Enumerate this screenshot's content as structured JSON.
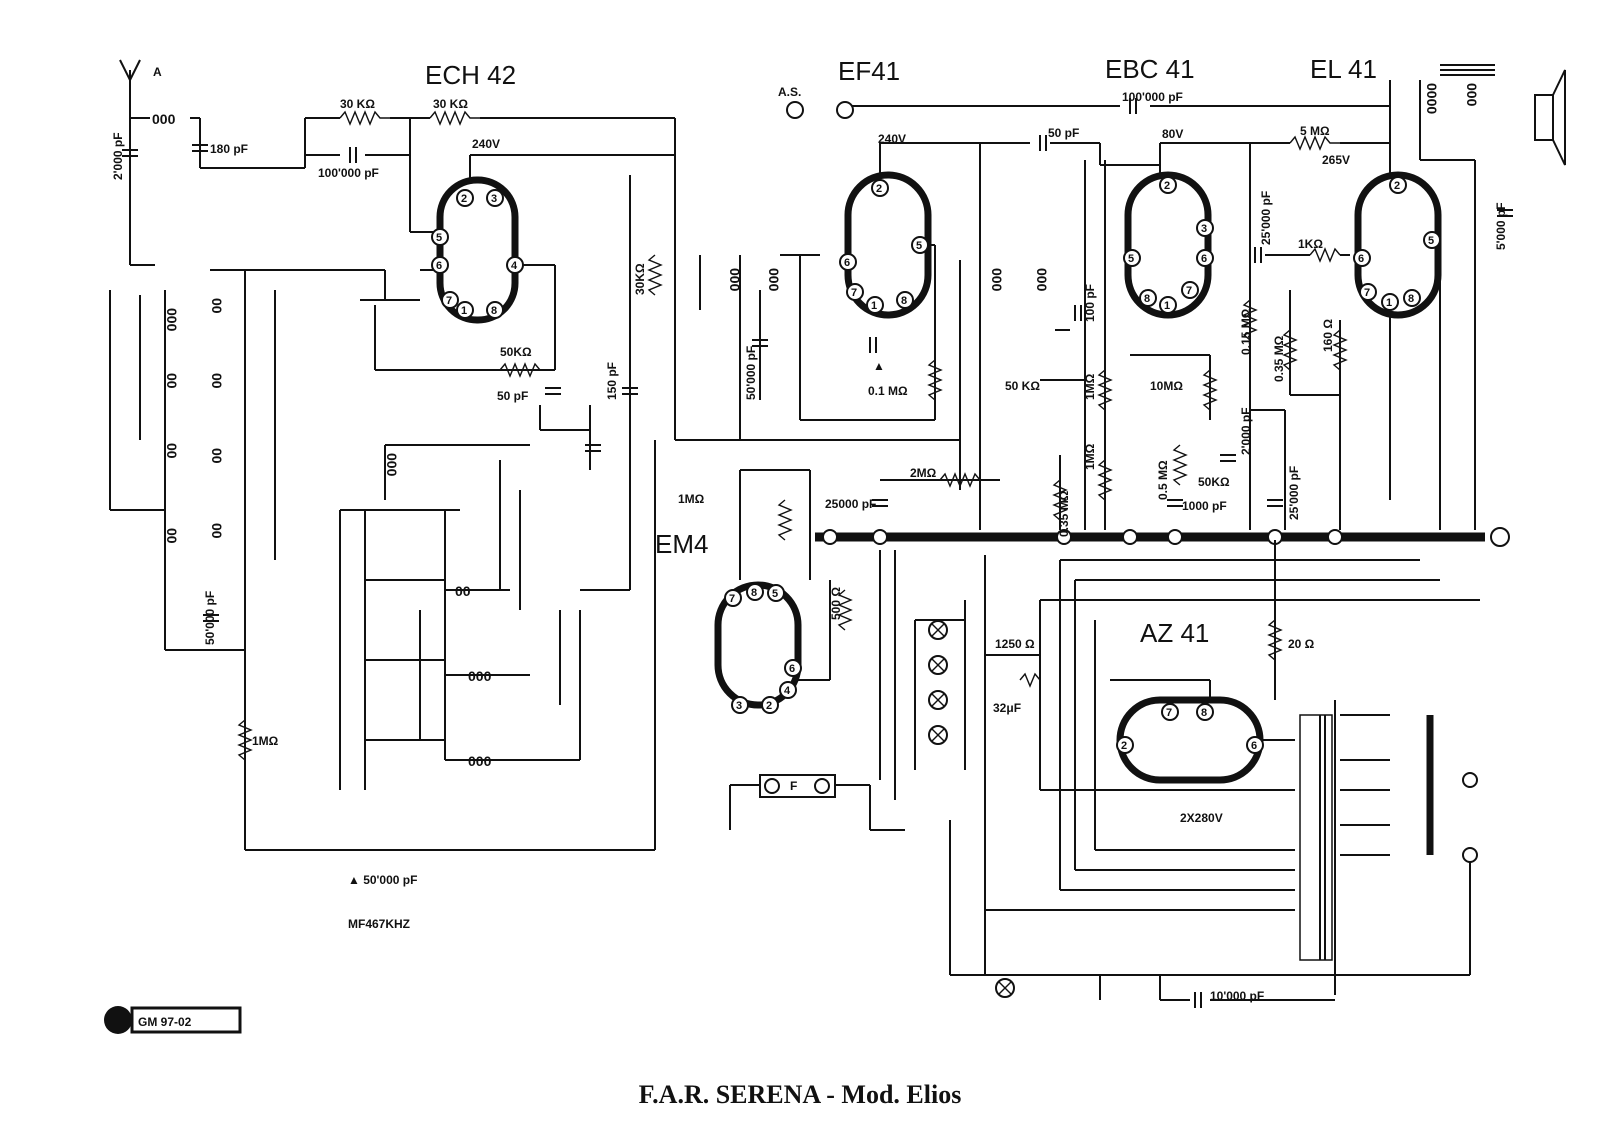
{
  "title": "F.A.R. SERENA - Mod. Elios",
  "badge": "GM 97-02",
  "tubes": [
    "ECH 42",
    "EF41",
    "EBC 41",
    "EL 41",
    "EM4",
    "AZ 41"
  ],
  "labels": {
    "antenna": "A",
    "as": "A.S.",
    "c_2000": "2'000 pF",
    "c_180": "180 pF",
    "r_30k_a": "30 KΩ",
    "r_30k_b": "30 KΩ",
    "c_100000_a": "100'000 pF",
    "v240_a": "240V",
    "r_50k_a": "50KΩ",
    "c_50_a": "50 pF",
    "c_150": "150 pF",
    "r_30k_c": "30KΩ",
    "c_50000_a": "50'000 pF",
    "c_100000_b": "100'000 pF",
    "v240_b": "240V",
    "c_50_b": "50 pF",
    "c_50000_b": "50'000 pF",
    "r_01m": "0.1 MΩ",
    "marker_a": "▲",
    "v80": "80V",
    "c_100": "100 pF",
    "r_50k_b": "50 KΩ",
    "r_1m_a": "1MΩ",
    "r_1m_b": "1MΩ",
    "r_10m": "10MΩ",
    "r_015m": "0.15 MΩ",
    "c_2000_b": "2'000 pF",
    "r_05m": "0.5 MΩ",
    "r_50k_c": "50KΩ",
    "c_1000": "1000 pF",
    "r_035m_a": "0.35 MΩ",
    "r_5m": "5 MΩ",
    "v265": "265V",
    "c_25000_a": "25'000 pF",
    "r_1k": "1KΩ",
    "r_035m_b": "0.35 MΩ",
    "r_160": "160 Ω",
    "c_5000": "5'000 pF",
    "r_1m_c": "1MΩ",
    "r_2m": "2MΩ",
    "c_25000_b": "25000 pF",
    "c_25000_c": "25'000 pF",
    "r_500": "500 Ω",
    "r_1250": "1250 Ω",
    "c_32": "32μF",
    "r_20": "20 Ω",
    "v2x280": "2X280V",
    "c_10000": "10'000 pF",
    "r_1m_d": "1MΩ",
    "f_label": "F",
    "note_1": "▲ 50'000 pF",
    "note_2": "MF467KHZ"
  },
  "pins": {
    "ech42": [
      "2",
      "3",
      "5",
      "6",
      "4",
      "7",
      "1",
      "8"
    ],
    "ef41": [
      "2",
      "6",
      "5",
      "7",
      "1",
      "8"
    ],
    "ebc41": [
      "2",
      "3",
      "5",
      "6",
      "8",
      "1",
      "7"
    ],
    "el41": [
      "2",
      "6",
      "5",
      "7",
      "1",
      "8"
    ],
    "em4": [
      "7",
      "8",
      "5",
      "6",
      "3",
      "2",
      "4"
    ],
    "az41": [
      "7",
      "8",
      "2",
      "6"
    ]
  }
}
